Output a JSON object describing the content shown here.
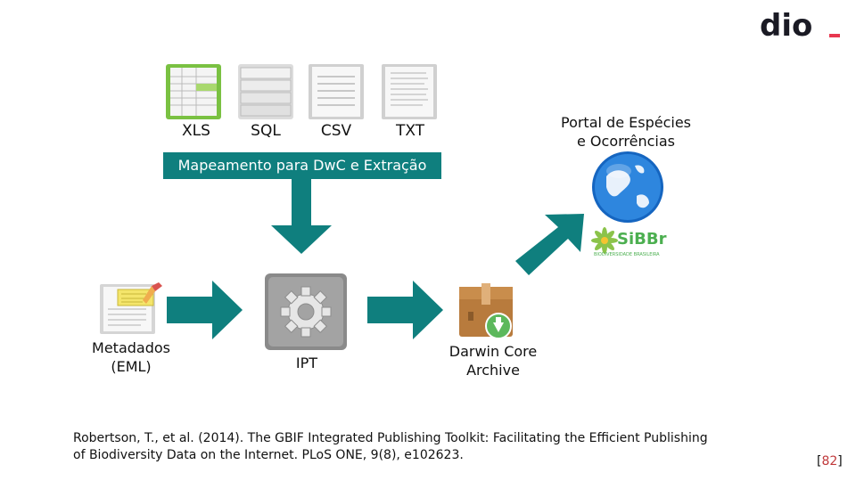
{
  "brand": {
    "logo_text": "dio",
    "accent": "#e8374f"
  },
  "sources": [
    {
      "label": "XLS",
      "icon": "spreadsheet-icon"
    },
    {
      "label": "SQL",
      "icon": "database-icon"
    },
    {
      "label": "CSV",
      "icon": "document-icon"
    },
    {
      "label": "TXT",
      "icon": "text-file-icon"
    }
  ],
  "banner": "Mapeamento para DwC e Extração",
  "nodes": {
    "metadata_line1": "Metadados",
    "metadata_line2": "(EML)",
    "ipt": "IPT",
    "dwca_line1": "Darwin Core",
    "dwca_line2": "Archive",
    "portal_line1": "Portal de Espécies",
    "portal_line2": "e Ocorrências",
    "sibbr": "SiBBr",
    "sibbr_sub": "BIODIVERSIDADE BRASILEIRA"
  },
  "colors": {
    "arrow": "#0f7f7e"
  },
  "citation_line1": "Robertson, T., et al. (2014). The GBIF Integrated Publishing Toolkit: Facilitating the Efficient Publishing",
  "citation_line2": "of Biodiversity Data on the Internet. PLoS ONE, 9(8), e102623.",
  "page_number": "82"
}
